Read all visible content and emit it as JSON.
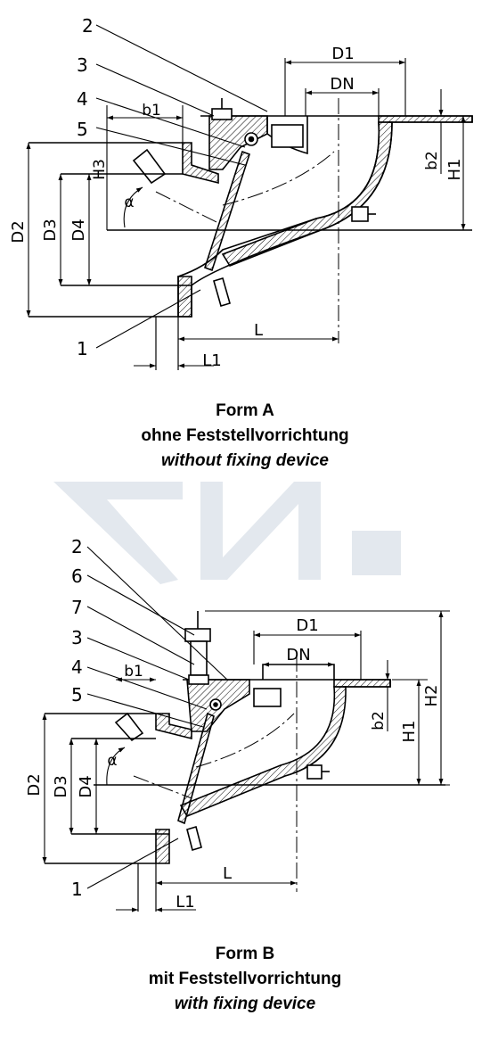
{
  "watermark": {
    "text": "ГИ.",
    "color": "#e3e8ee"
  },
  "colors": {
    "line": "#000000",
    "hatch": "#000000"
  },
  "form_a": {
    "title": "Form A",
    "subtitle_de": "ohne Feststellvorrichtung",
    "subtitle_en": "without fixing device",
    "labels": {
      "D1": "D1",
      "DN": "DN",
      "b1": "b1",
      "b2": "b2",
      "H1": "H1",
      "H3": "H3",
      "D2": "D2",
      "D3": "D3",
      "D4": "D4",
      "L": "L",
      "L1": "L1",
      "alpha": "α"
    },
    "part_numbers": [
      "2",
      "3",
      "4",
      "5",
      "1"
    ]
  },
  "form_b": {
    "title": "Form B",
    "subtitle_de": "mit Feststellvorrichtung",
    "subtitle_en": "with fixing device",
    "labels": {
      "D1": "D1",
      "DN": "DN",
      "b1": "b1",
      "b2": "b2",
      "H1": "H1",
      "H2": "H2",
      "D2": "D2",
      "D3": "D3",
      "D4": "D4",
      "L": "L",
      "L1": "L1",
      "alpha": "α"
    },
    "part_numbers": [
      "2",
      "6",
      "7",
      "3",
      "4",
      "5",
      "1"
    ]
  }
}
